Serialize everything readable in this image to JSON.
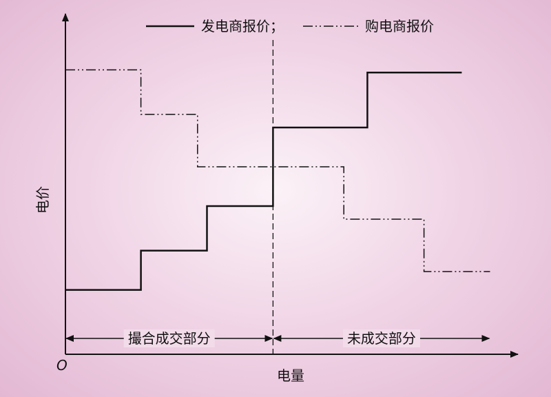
{
  "chart_data": {
    "type": "line",
    "step": true,
    "xlabel": "电量",
    "ylabel": "电价",
    "origin_label": "O",
    "legend": {
      "placement": "top",
      "items": [
        {
          "label": "发电商报价；",
          "style": "solid"
        },
        {
          "label": "购电商报价",
          "style": "dash-dot-dot"
        }
      ]
    },
    "xlim": [
      0,
      10
    ],
    "ylim": [
      0,
      10
    ],
    "grid": false,
    "series": [
      {
        "name": "发电商报价",
        "style": "solid",
        "color": "#111111",
        "points": [
          [
            0.0,
            1.3
          ],
          [
            1.6,
            1.3
          ],
          [
            1.6,
            2.8
          ],
          [
            3.0,
            2.8
          ],
          [
            3.0,
            4.5
          ],
          [
            4.4,
            4.5
          ],
          [
            4.4,
            7.5
          ],
          [
            6.4,
            7.5
          ],
          [
            6.4,
            9.6
          ],
          [
            8.4,
            9.6
          ]
        ]
      },
      {
        "name": "购电商报价",
        "style": "dash-dot-dot",
        "color": "#111111",
        "points": [
          [
            0.0,
            9.7
          ],
          [
            1.6,
            9.7
          ],
          [
            1.6,
            8.0
          ],
          [
            2.8,
            8.0
          ],
          [
            2.8,
            6.0
          ],
          [
            5.9,
            6.0
          ],
          [
            5.9,
            4.0
          ],
          [
            7.6,
            4.0
          ],
          [
            7.6,
            2.0
          ],
          [
            9.0,
            2.0
          ]
        ]
      }
    ],
    "divider_x": 4.4,
    "annotations": [
      {
        "label": "撮合成交部分",
        "from": 0.0,
        "to": 4.4
      },
      {
        "label": "未成交部分",
        "from": 4.4,
        "to": 9.0
      }
    ]
  }
}
